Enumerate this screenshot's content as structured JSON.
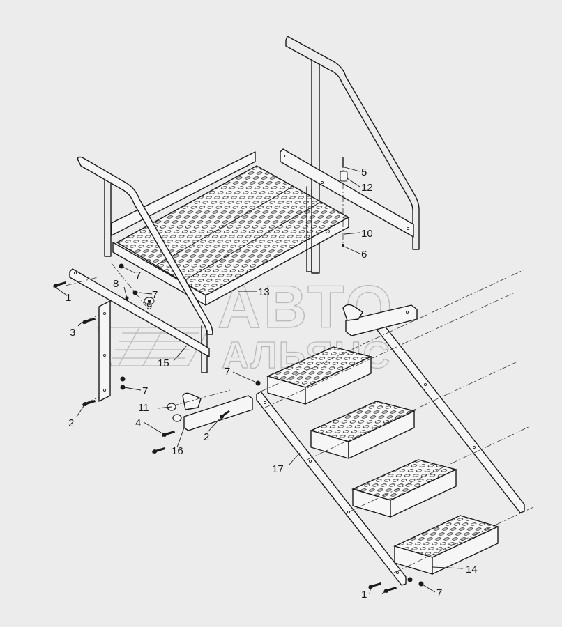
{
  "watermark": {
    "line1": "АВТО",
    "line2": "АЛЬЯНС"
  },
  "callouts": [
    {
      "id": "c1a",
      "text": "1"
    },
    {
      "id": "c1b",
      "text": "1"
    },
    {
      "id": "c2a",
      "text": "2"
    },
    {
      "id": "c2b",
      "text": "2"
    },
    {
      "id": "c3",
      "text": "3"
    },
    {
      "id": "c4",
      "text": "4"
    },
    {
      "id": "c5",
      "text": "5"
    },
    {
      "id": "c6",
      "text": "6"
    },
    {
      "id": "c7a",
      "text": "7"
    },
    {
      "id": "c7b",
      "text": "7"
    },
    {
      "id": "c7c",
      "text": "7"
    },
    {
      "id": "c7d",
      "text": "7"
    },
    {
      "id": "c7e",
      "text": "7"
    },
    {
      "id": "c8",
      "text": "8"
    },
    {
      "id": "c9",
      "text": "9"
    },
    {
      "id": "c10",
      "text": "10"
    },
    {
      "id": "c11",
      "text": "11"
    },
    {
      "id": "c12",
      "text": "12"
    },
    {
      "id": "c13",
      "text": "13"
    },
    {
      "id": "c14",
      "text": "14"
    },
    {
      "id": "c15",
      "text": "15"
    },
    {
      "id": "c16",
      "text": "16"
    },
    {
      "id": "c17",
      "text": "17"
    }
  ]
}
